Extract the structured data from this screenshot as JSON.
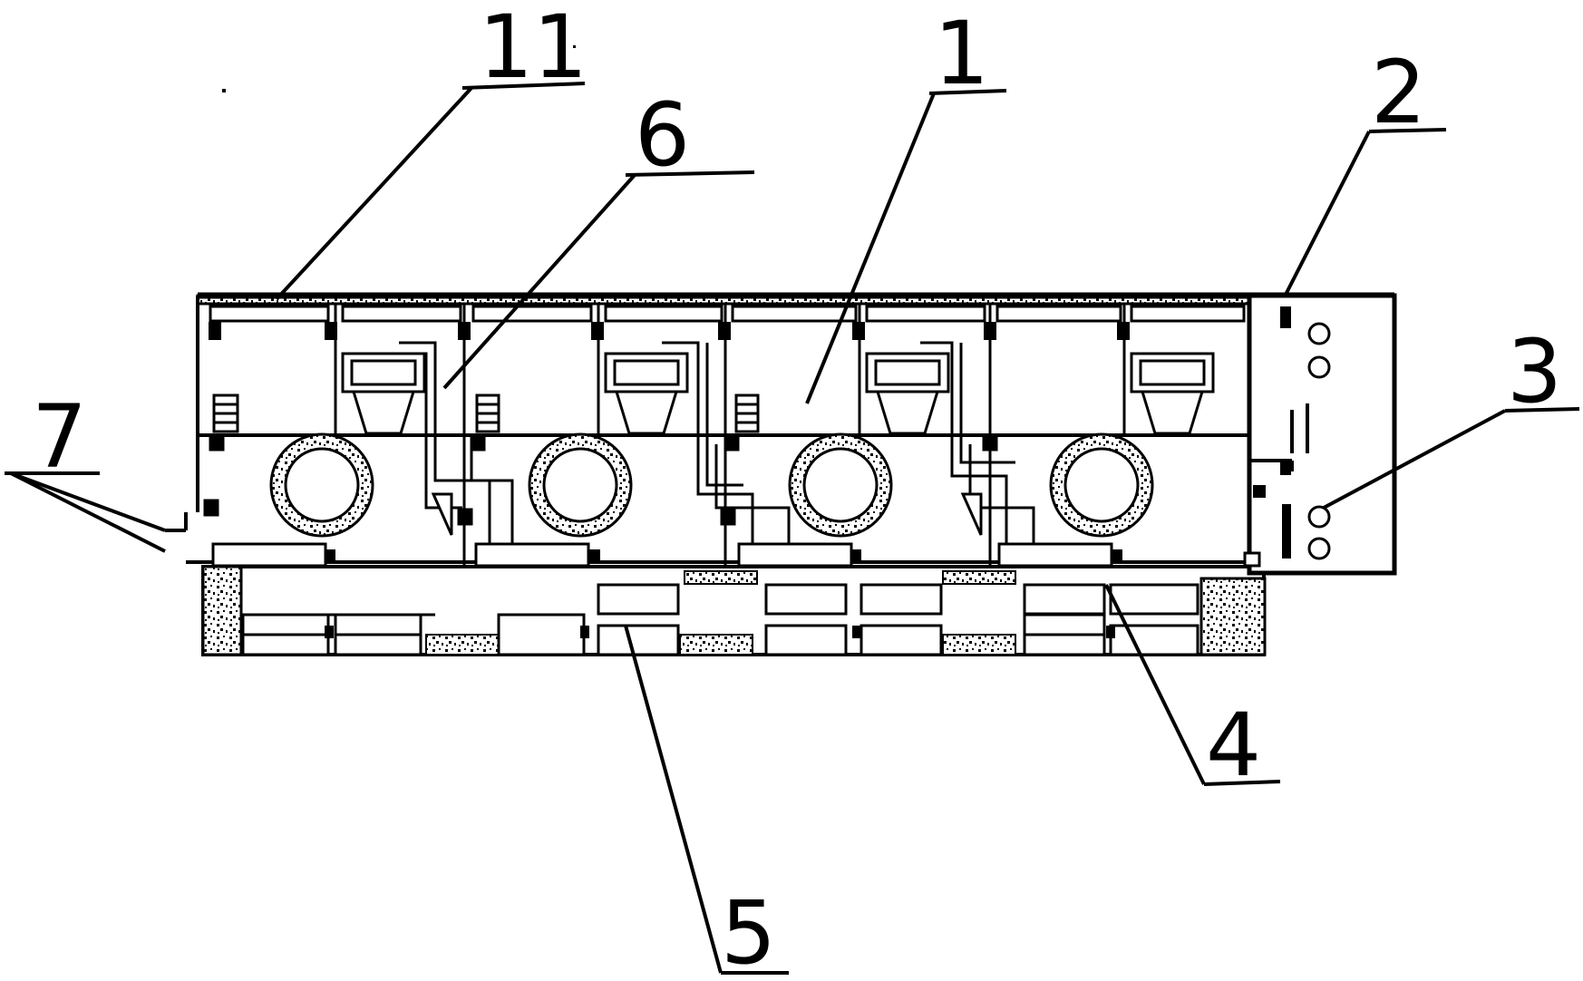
{
  "figure": {
    "callouts": [
      {
        "id": "11",
        "label": "11"
      },
      {
        "id": "6",
        "label": "6"
      },
      {
        "id": "1",
        "label": "1"
      },
      {
        "id": "2",
        "label": "2"
      },
      {
        "id": "3",
        "label": "3"
      },
      {
        "id": "7",
        "label": "7"
      },
      {
        "id": "4",
        "label": "4"
      },
      {
        "id": "5",
        "label": "5"
      }
    ]
  }
}
